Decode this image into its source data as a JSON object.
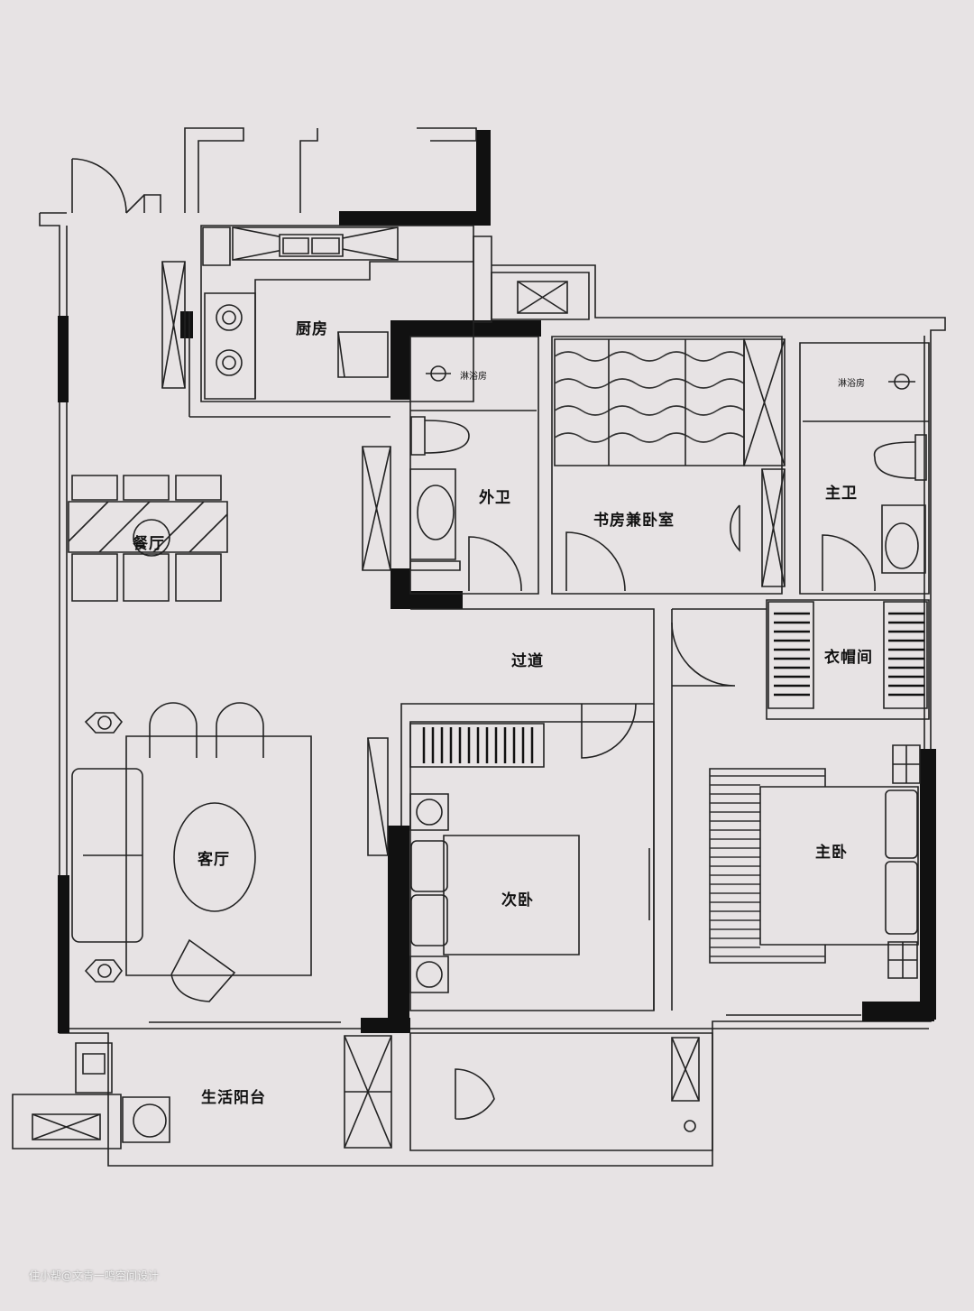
{
  "rooms": {
    "kitchen": "厨房",
    "shower_guest": "淋浴房",
    "guest_bath": "外卫",
    "study_bedroom": "书房兼卧室",
    "shower_master": "淋浴房",
    "master_bath": "主卫",
    "dining": "餐厅",
    "hallway": "过道",
    "closet": "衣帽间",
    "living": "客厅",
    "second_bedroom": "次卧",
    "master_bedroom": "主卧",
    "balcony": "生活阳台"
  },
  "watermark": "住小帮@文青一鸣空间设计",
  "colors": {
    "background": "#e7e3e4",
    "line": "#222222",
    "wall": "#111111"
  }
}
